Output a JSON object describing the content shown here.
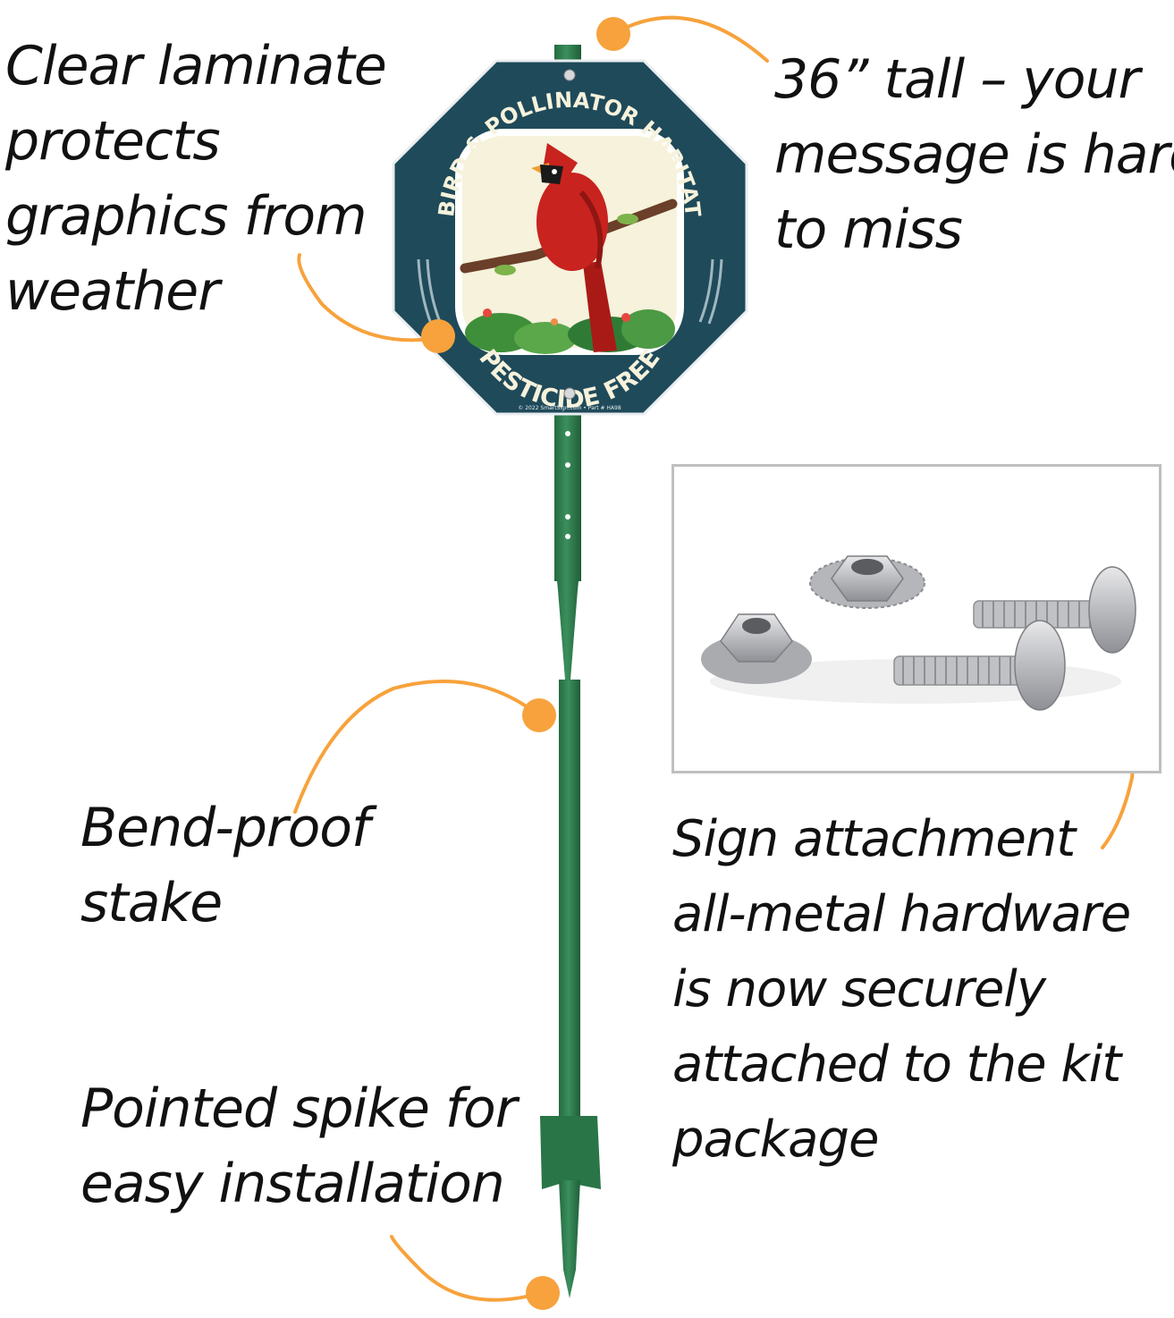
{
  "colors": {
    "accent_orange": "#f7a23c",
    "stake_green": "#2f7a4d",
    "sign_teal": "#1f4a5a",
    "sign_cream": "#f6f2dc",
    "cardinal_red": "#c8231f",
    "text": "#111111",
    "frame_gray": "#bfbfbf"
  },
  "callouts": {
    "laminate": [
      "Clear laminate",
      "protects",
      "graphics from",
      "weather"
    ],
    "height": [
      "36” tall – your",
      "message is hard",
      "to miss"
    ],
    "stake": [
      "Bend-proof",
      "stake"
    ],
    "spike": [
      "Pointed spike for",
      "easy installation"
    ],
    "hardware": [
      "Sign attachment",
      "all-metal hardware",
      "is now securely",
      "attached to the kit",
      "package"
    ]
  },
  "sign": {
    "top_text": "BIRD & POLLINATOR HABITAT",
    "bottom_text": "PESTICIDE FREE",
    "footer": "© 2022 SmartSign.com • Part # HA98"
  },
  "icons": {
    "callout_dot": "orange-dot-icon",
    "cardinal": "cardinal-bird-icon",
    "nut": "flange-nut-icon",
    "bolt": "bolt-icon"
  }
}
